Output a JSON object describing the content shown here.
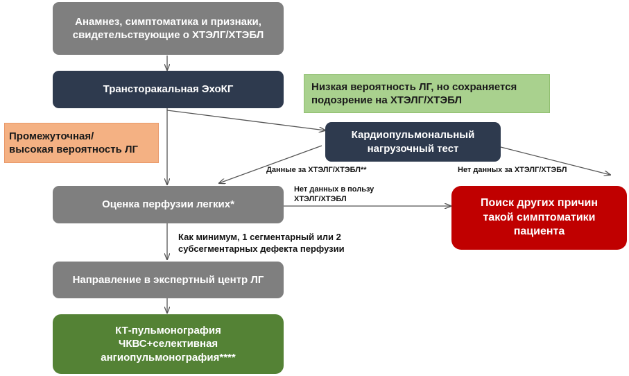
{
  "nodes": {
    "history": {
      "line1": "Анамнез, симптоматика и признаки,",
      "line2": "свидетельствующие о ХТЭЛГ/ХТЭБЛ"
    },
    "echo": {
      "text": "Трансторакальная ЭхоКГ"
    },
    "cpet": {
      "line1": "Кардиопульмональный",
      "line2": "нагрузочный  тест"
    },
    "perfusion": {
      "text": "Оценка перфузии легких*"
    },
    "referral": {
      "text": "Направление в экспертный центр ЛГ"
    },
    "ct": {
      "line1": "КТ-пульмонография",
      "line2": "ЧКВС+селективная",
      "line3": "ангиопульмонография****"
    },
    "other_causes": {
      "line1": "Поиск других причин",
      "line2": "такой симптоматики",
      "line3": "пациента"
    }
  },
  "notes": {
    "low_probability": {
      "line1": "Низкая вероятность ЛГ, но сохраняется",
      "line2": "подозрение на ХТЭЛГ/ХТЭБЛ"
    },
    "intermediate_high": {
      "line1": "Промежуточная/",
      "line2": "высокая вероятность ЛГ"
    }
  },
  "edge_labels": {
    "cpet_yes": "Данные за ХТЭЛГ/ХТЭБЛ**",
    "cpet_no": "Нет данных за ХТЭЛГ/ХТЭБЛ",
    "perf_no_line1": "Нет данных в пользу",
    "perf_no_line2": "ХТЭЛГ/ХТЭБЛ",
    "defect_line1": "Как минимум, 1 сегментарный или 2",
    "defect_line2": "субсегментарных дефекта перфузии"
  },
  "colors": {
    "gray_box": "#7f7f7f",
    "navy_box": "#2e3a4e",
    "red_box": "#c00000",
    "green_box": "#548235",
    "green_note": "#a9d18e",
    "orange_note": "#f4b183"
  }
}
